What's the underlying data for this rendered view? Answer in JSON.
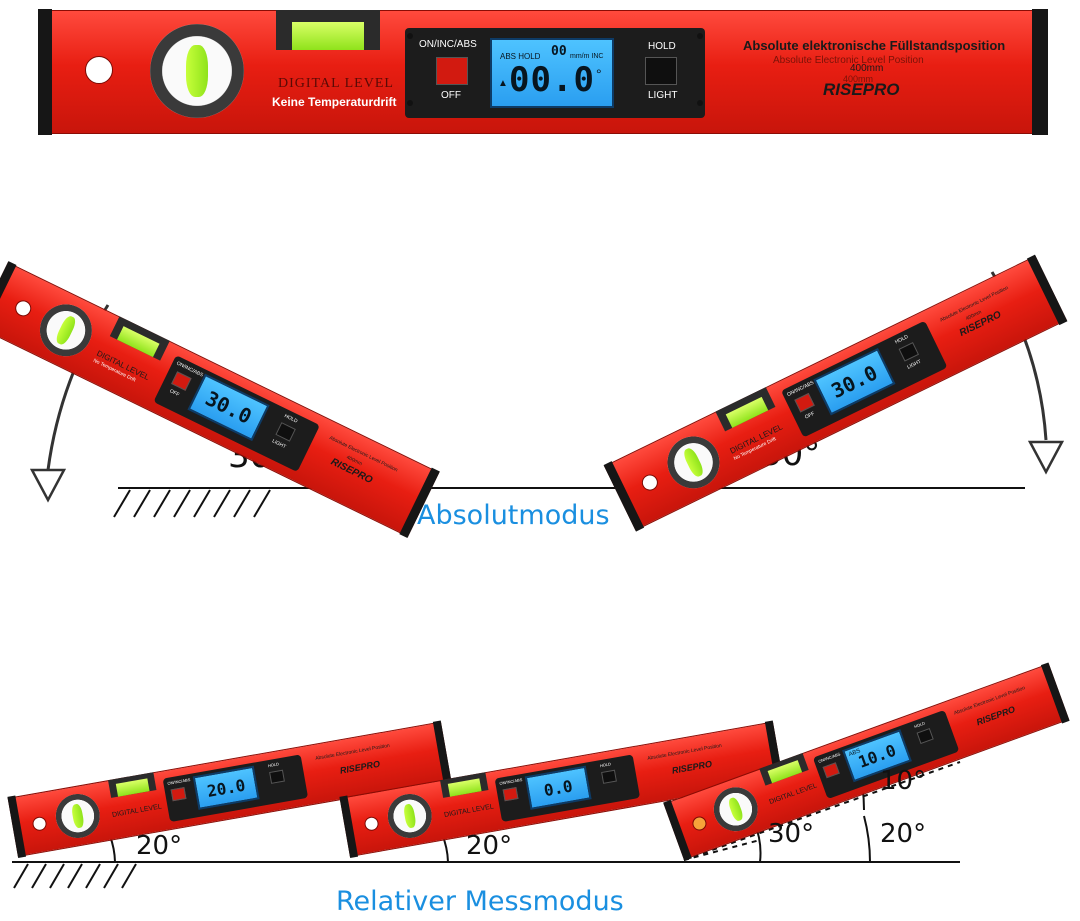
{
  "main_level": {
    "button_left_top": "ON/INC/ABS",
    "button_left_bottom": "OFF",
    "button_right_top": "HOLD",
    "button_right_bottom": "LIGHT",
    "lcd_mode": "ABS HOLD",
    "lcd_small_value": "00",
    "lcd_unit": "mm/m INC",
    "lcd_value": "00.0",
    "lcd_degree": "°",
    "product_name": "DIGITAL LEVEL",
    "product_sub": "Keine Temperaturdrift",
    "headline_de": "Absolute elektronische Füllstandsposition",
    "headline_en": "Absolute Electronic Level Position",
    "size_1": "400mm",
    "size_2": "400mm",
    "brand": "RISEPRO"
  },
  "small_level_text": {
    "product_name": "DIGITAL LEVEL",
    "product_sub": "No Temperature Drift",
    "headline_en": "Absolute Electronic Level Position",
    "size": "400mm",
    "brand": "RISEPRO",
    "btn_left_top": "ON/INC/ABS",
    "btn_left_bottom": "OFF",
    "btn_right_top": "HOLD",
    "btn_right_bottom": "LIGHT",
    "abs_tag": "ABS"
  },
  "absolute_mode": {
    "caption": "Absolutmodus",
    "left_level_reading": "30.0",
    "right_level_reading": "30.0",
    "left_angle": "30°",
    "right_angle": "30°"
  },
  "relative_mode": {
    "caption": "Relativer Messmodus",
    "level1_reading": "20.0",
    "level2_reading": "0.0",
    "level3_reading": "10.0",
    "level1_angle": "20°",
    "level2_angle": "20°",
    "level3_angle_total": "30°",
    "level3_angle_relative": "10°",
    "level3_angle_base": "20°"
  },
  "colors": {
    "body_red": "#e81e12",
    "lcd_blue": "#3fb4fa",
    "caption_blue": "#1a8fe0",
    "vial_green": "#a6f02a"
  }
}
